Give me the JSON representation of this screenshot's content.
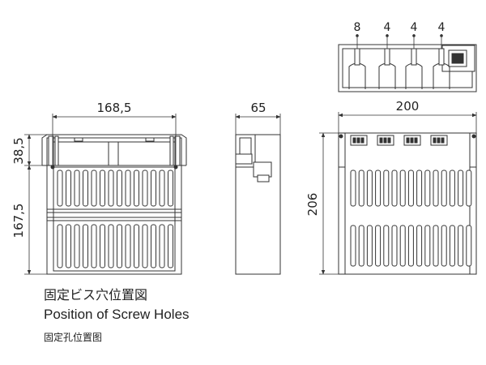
{
  "dimensions": {
    "front_width": "168,5",
    "front_top_height": "38,5",
    "front_body_height": "167,5",
    "side_depth": "65",
    "back_width": "200",
    "back_height": "206"
  },
  "top_view_labels": [
    "8",
    "4",
    "4",
    "4"
  ],
  "captions": {
    "japanese": "固定ビス穴位置図",
    "english": "Position of Screw Holes",
    "chinese": "固定孔位置图"
  }
}
